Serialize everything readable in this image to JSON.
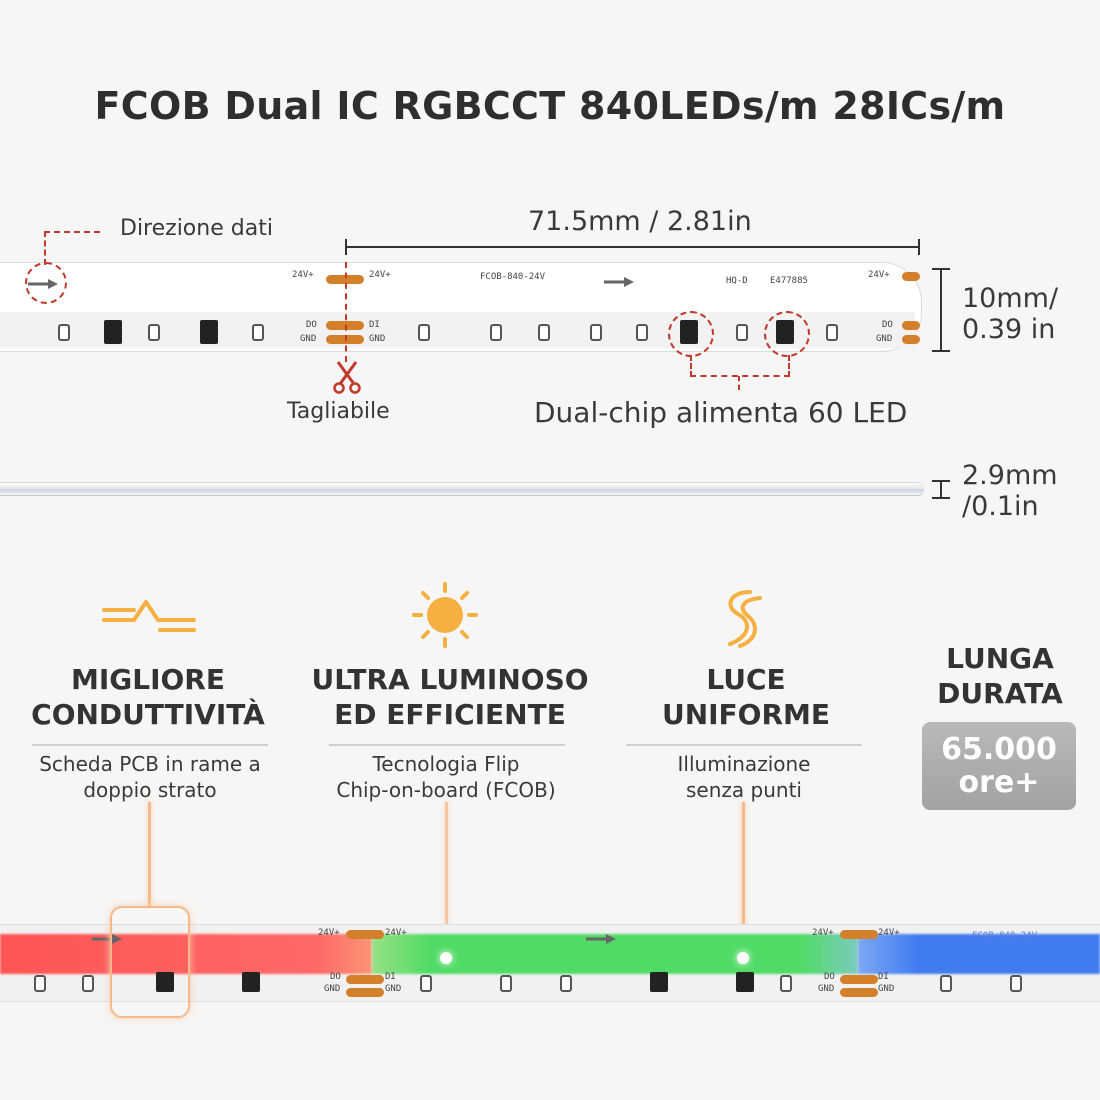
{
  "title": "FCOB Dual IC RGBCCT 840LEDs/m 28ICs/m",
  "annotations": {
    "data_direction": "Direzione dati",
    "segment_length": "71.5mm / 2.81in",
    "width_line1": "10mm/",
    "width_line2": "0.39 in",
    "cuttable": "Tagliabile",
    "dual_chip": "Dual-chip alimenta 60 LED",
    "thickness_line1": "2.9mm",
    "thickness_line2": "/0.1in"
  },
  "pcb_labels": {
    "v24": "24V+",
    "do": "DO",
    "di": "DI",
    "gnd": "GND",
    "model": "FCOB-840-24V",
    "cert": "HQ-D",
    "cert_no": "E477885"
  },
  "features": [
    {
      "title_line1": "MIGLIORE",
      "title_line2": "CONDUTTIVITÀ",
      "sub_line1": "Scheda PCB in rame a",
      "sub_line2": "doppio strato",
      "icon": "conductivity-icon"
    },
    {
      "title_line1": "ULTRA LUMINOSO",
      "title_line2": "ED EFFICIENTE",
      "sub_line1": "Tecnologia Flip",
      "sub_line2": "Chip-on-board (FCOB)",
      "icon": "sun-icon"
    },
    {
      "title_line1": "LUCE",
      "title_line2": "UNIFORME",
      "sub_line1": "Illuminazione",
      "sub_line2": "senza punti",
      "icon": "s-wave-icon"
    },
    {
      "title_line1": "LUNGA",
      "title_line2": "DURATA",
      "badge_line1": "65.000",
      "badge_line2": "ore+"
    }
  ],
  "colors": {
    "accent": "#f5b041",
    "cut_line": "#c0392b",
    "pad": "#d4802a",
    "strip_red": "#ff3b3b",
    "strip_green": "#33d44a",
    "strip_blue": "#2f6ff0"
  }
}
